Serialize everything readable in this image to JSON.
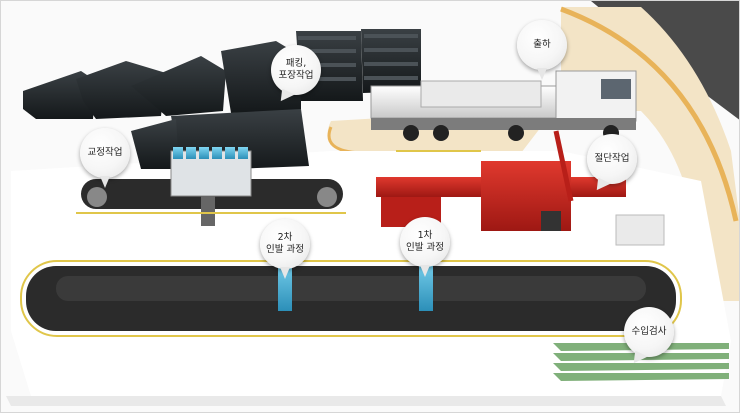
{
  "labels": {
    "packing": "패킹,\n포장작업",
    "shipping": "출하",
    "straightening": "교정작업",
    "cutting": "절단작업",
    "drawing_2nd": "2차\n인발 과정",
    "drawing_1st": "1차\n인발 과정",
    "inspection": "수입검사"
  },
  "colors": {
    "pipe": "#1f2326",
    "conveyor": "#2b2b2b",
    "rail": "#e2c84a",
    "machine_red": "#c8231d",
    "road": "#f1e3c4",
    "road_edge": "#e6b25a",
    "floor": "#ffffff",
    "green_bars": "#7fb07a"
  }
}
